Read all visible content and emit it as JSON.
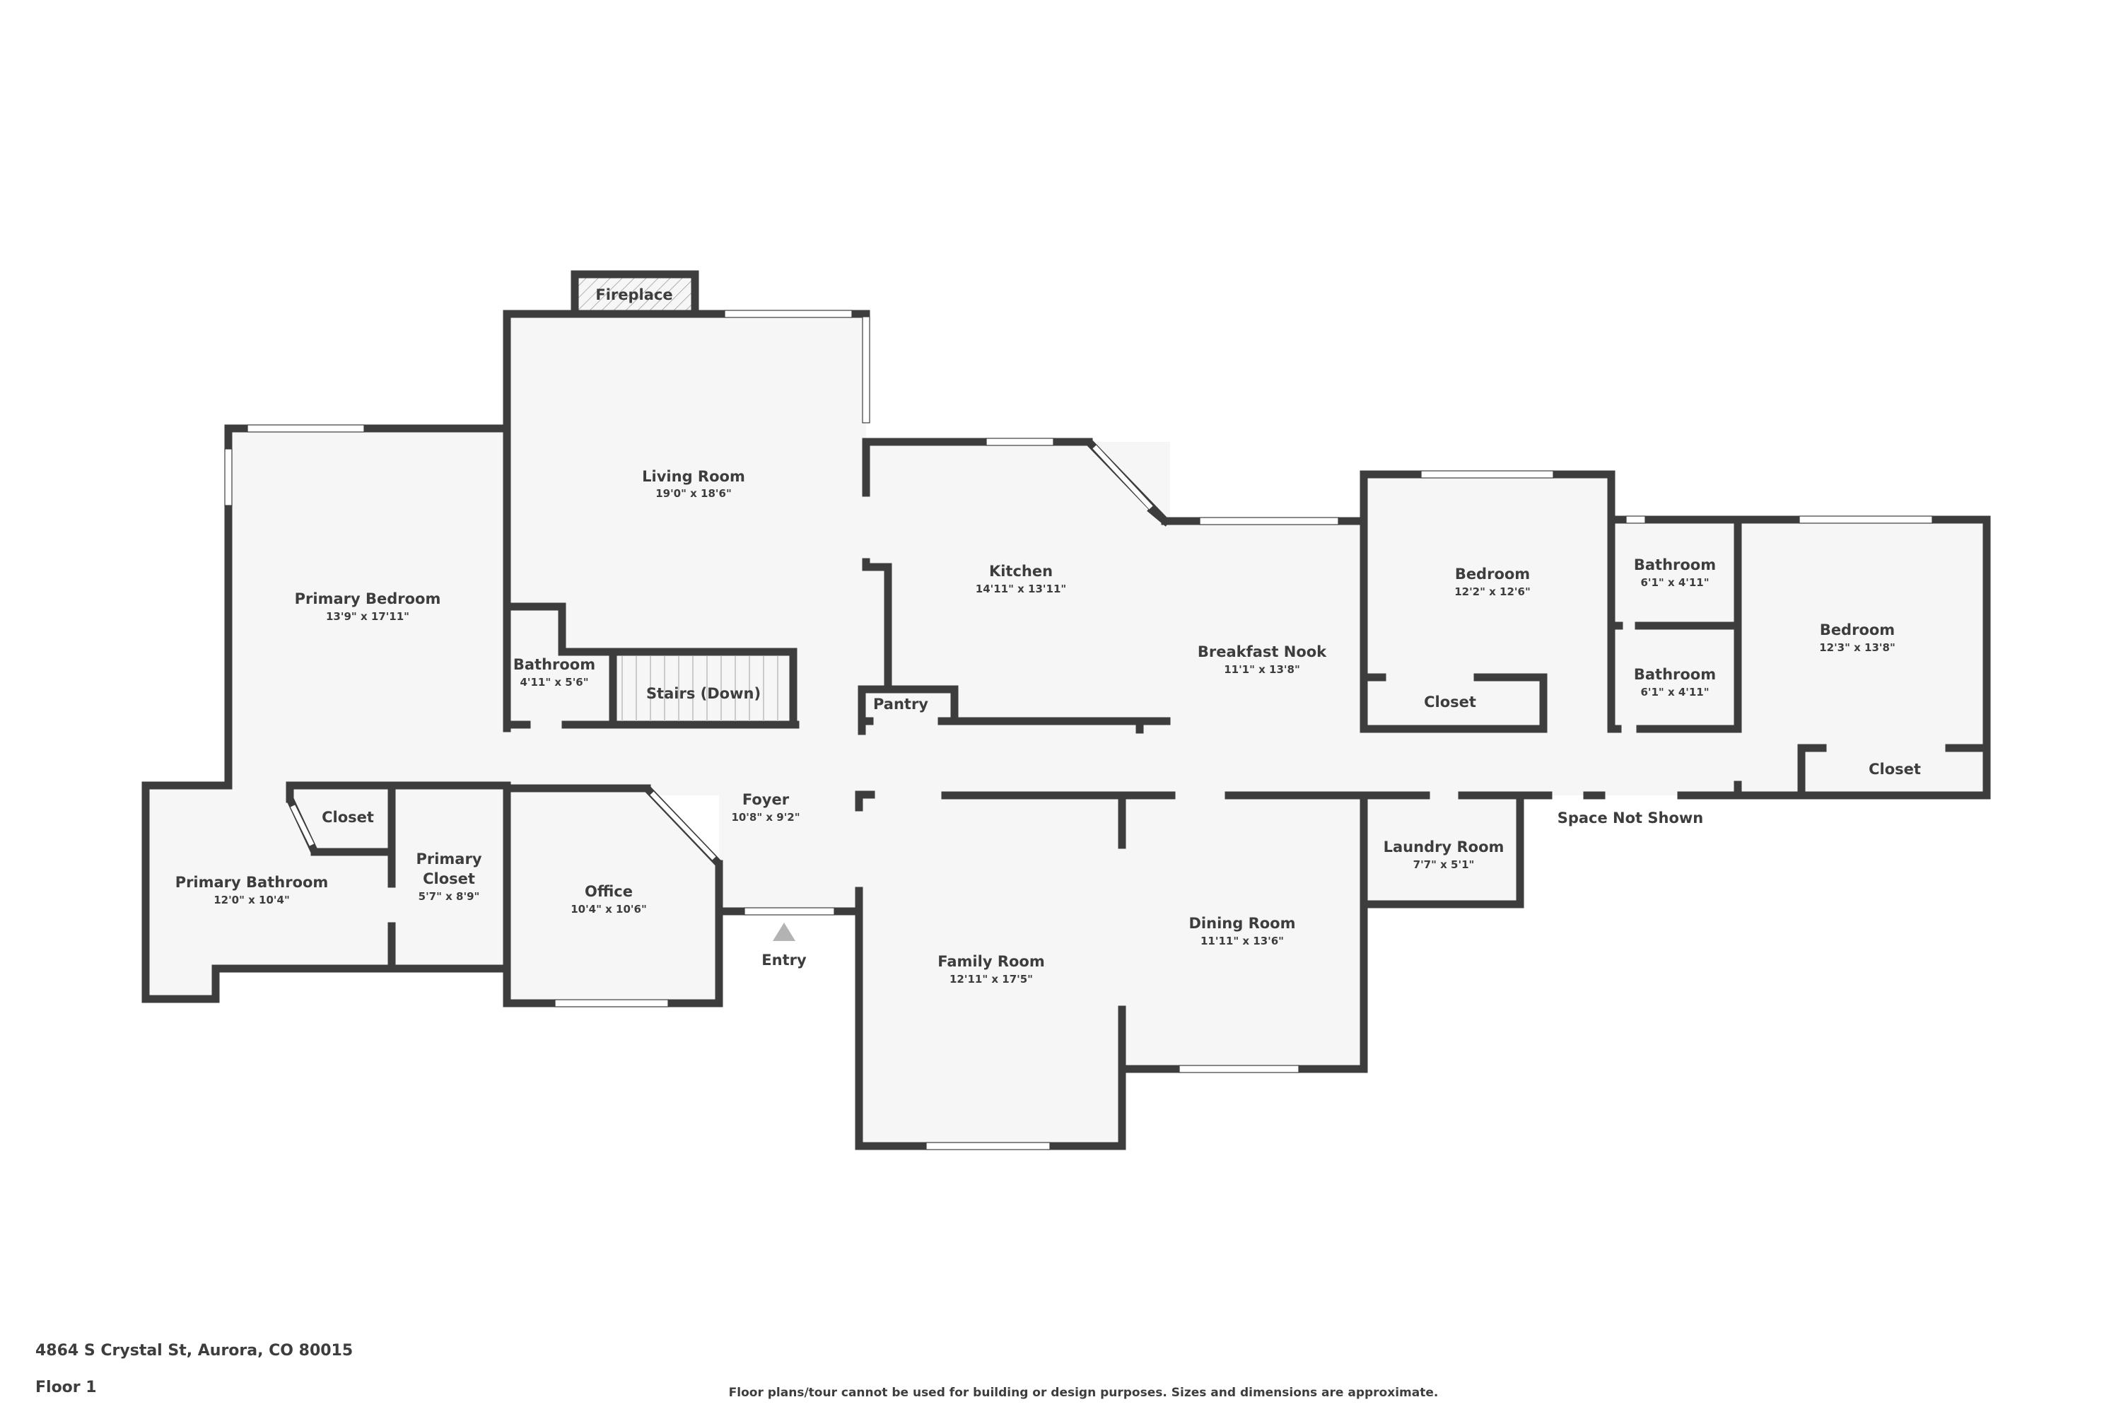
{
  "plan": {
    "address": "4864 S Crystal St, Aurora, CO 80015",
    "floor": "Floor 1",
    "disclaimer": "Floor plans/tour cannot be used for building or design purposes. Sizes and dimensions are approximate.",
    "colors": {
      "wall": "#3d3d3d",
      "floor": "#f6f6f6",
      "window": "#ffffff",
      "text": "#3d3d3d",
      "entry_marker": "#b3b3b3",
      "background": "#ffffff"
    }
  },
  "rooms": {
    "fireplace": {
      "name": "Fireplace"
    },
    "living_room": {
      "name": "Living Room",
      "dims": "19'0\" x 18'6\""
    },
    "primary_bedroom": {
      "name": "Primary Bedroom",
      "dims": "13'9\" x 17'11\""
    },
    "kitchen": {
      "name": "Kitchen",
      "dims": "14'11\" x 13'11\""
    },
    "breakfast_nook": {
      "name": "Breakfast Nook",
      "dims": "11'1\" x 13'8\""
    },
    "bedroom_1": {
      "name": "Bedroom",
      "dims": "12'2\" x 12'6\""
    },
    "bedroom_1_closet": {
      "name": "Closet"
    },
    "bathroom_upper": {
      "name": "Bathroom",
      "dims": "6'1\" x 4'11\""
    },
    "bathroom_lower": {
      "name": "Bathroom",
      "dims": "6'1\" x 4'11\""
    },
    "bedroom_2": {
      "name": "Bedroom",
      "dims": "12'3\" x 13'8\""
    },
    "bedroom_2_closet": {
      "name": "Closet"
    },
    "half_bathroom": {
      "name": "Bathroom",
      "dims": "4'11\" x 5'6\""
    },
    "stairs": {
      "name": "Stairs (Down)"
    },
    "pantry": {
      "name": "Pantry"
    },
    "foyer": {
      "name": "Foyer",
      "dims": "10'8\" x 9'2\""
    },
    "entry": {
      "name": "Entry"
    },
    "primary_bathroom": {
      "name": "Primary Bathroom",
      "dims": "12'0\" x 10'4\""
    },
    "primary_bath_closet": {
      "name": "Closet"
    },
    "primary_closet": {
      "name_line1": "Primary",
      "name_line2": "Closet",
      "dims": "5'7\" x 8'9\""
    },
    "office": {
      "name": "Office",
      "dims": "10'4\" x 10'6\""
    },
    "family_room": {
      "name": "Family Room",
      "dims": "12'11\" x 17'5\""
    },
    "dining_room": {
      "name": "Dining Room",
      "dims": "11'11\" x 13'6\""
    },
    "laundry_room": {
      "name": "Laundry Room",
      "dims": "7'7\" x 5'1\""
    },
    "space_not_shown": {
      "name": "Space Not Shown"
    }
  }
}
